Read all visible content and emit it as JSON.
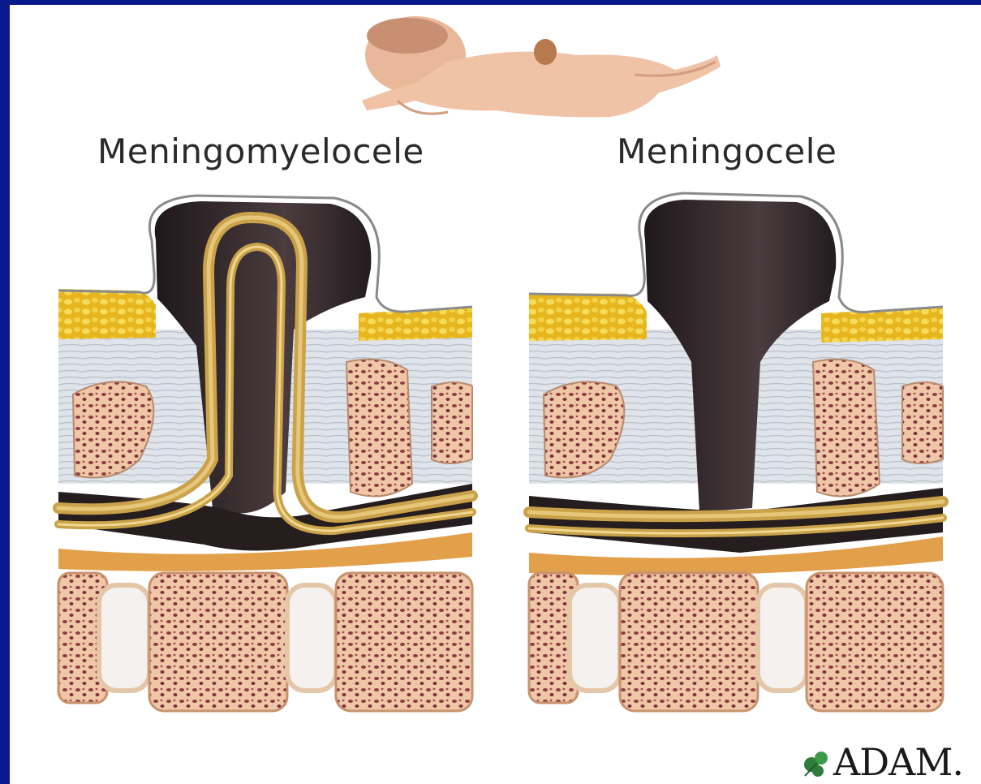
{
  "labels": {
    "left": "Meningomyelocele",
    "right": "Meningocele"
  },
  "logo": {
    "text": "ADAM.",
    "icon": "leaf-icon"
  },
  "colors": {
    "frame_border": "#0a1a8c",
    "sac": "#2a2123",
    "nerve": "#c9a24a",
    "bone": "#f0c9a6",
    "marrow": "#a24d52",
    "fat": "#e8c02a",
    "disc": "#f4f1ee"
  }
}
